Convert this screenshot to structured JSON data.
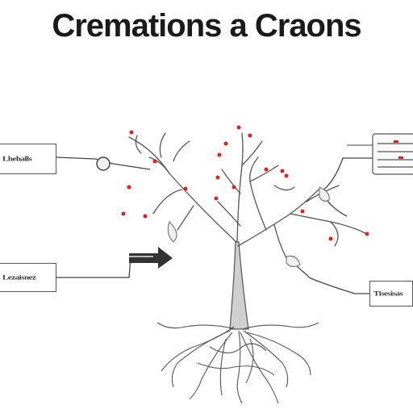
{
  "title": "Cremations a Craons",
  "labels": {
    "top_left": "Lhehalls",
    "mid_left": "Lezaisnez",
    "bottom_right": "Tisesisas"
  },
  "colors": {
    "ink": "#3a3a3a",
    "berry": "#e02020",
    "trunk": "#bcbcbc"
  }
}
